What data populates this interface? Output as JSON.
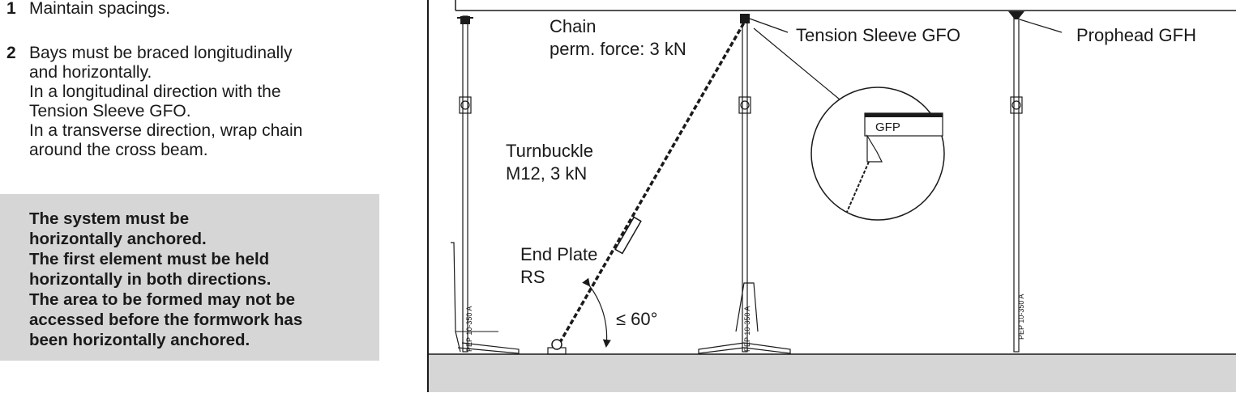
{
  "instructions": {
    "step1": {
      "number": "1",
      "text": "Maintain spacings."
    },
    "step2": {
      "number": "2",
      "lines": [
        "Bays must be braced longitudinally",
        "and horizontally.",
        "In a longitudinal direction with the",
        "Tension Sleeve GFO.",
        "In a transverse direction, wrap chain",
        "around the cross beam."
      ]
    }
  },
  "warning": {
    "lines": [
      "The system must be",
      "horizontally anchored.",
      "The first element must be held",
      "horizontally in both directions.",
      "The area to be formed may not be",
      "accessed before the formwork has",
      "been horizontally anchored."
    ],
    "background_color": "#d6d6d6"
  },
  "diagram": {
    "labels": {
      "chain_line1": "Chain",
      "chain_line2": "perm. force: 3 kN",
      "tension_sleeve": "Tension Sleeve GFO",
      "prophead": "Prophead GFH",
      "turnbuckle_line1": "Turnbuckle",
      "turnbuckle_line2": "M12, 3 kN",
      "end_plate_line1": "End Plate",
      "end_plate_line2": "RS",
      "angle": "≤ 60°",
      "detail_beam": "GFP"
    },
    "prop_markings": [
      "PEP 10-350 A",
      "PEP 10-350 A",
      "PEP 10-350 A"
    ],
    "colors": {
      "line": "#1a1a1a",
      "floor": "#d6d6d6"
    }
  }
}
